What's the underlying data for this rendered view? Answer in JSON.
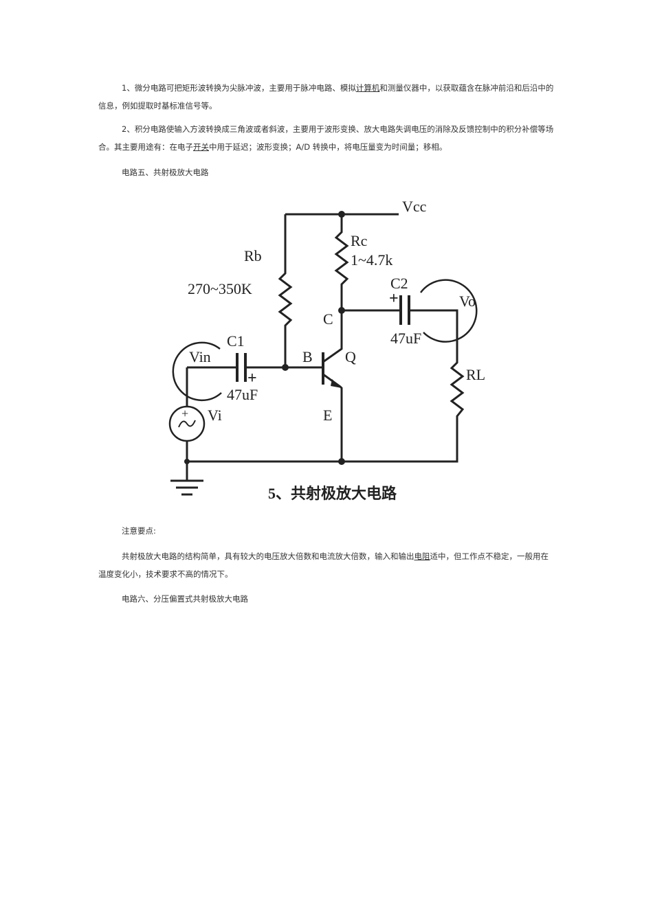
{
  "paragraphs": {
    "p1": {
      "before": "1、微分电路可把矩形波转换为尖脉冲波，主要用于脉冲电路、模拟",
      "link": "计算机",
      "after": "和测量仪器中，以获取蕴含在脉冲前沿和后沿中的信息，例如提取时基标准信号等。"
    },
    "p2": {
      "before": "2、积分电路使输入方波转换成三角波或者斜波，主要用于波形变换、放大电路失调电压的消除及反馈控制中的积分补偿等场合。其主要用途有：在电子",
      "link": "开关",
      "after": "中用于延迟；波形变换；A/D 转换中，将电压量变为时间量；移相。"
    },
    "h5": "电路五、共射极放大电路",
    "note": "注意要点:",
    "p3": {
      "before": "共射极放大电路的结构简单，具有较大的电压放大倍数和电流放大倍数，输入和输出",
      "link": "电阻",
      "after": "适中，但工作点不稳定，一般用在温度变化小，技术要求不高的情况下。"
    },
    "h6": "电路六、分压偏置式共射极放大电路"
  },
  "diagram": {
    "labels": {
      "vcc": "Vcc",
      "rb": "Rb",
      "rb_value": "270~350K",
      "rc": "Rc",
      "rc_value": "1~4.7k",
      "c": "C",
      "c2": "C2",
      "c2_value": "47uF",
      "vo": "Vo",
      "c1": "C1",
      "c1_value": "47uF",
      "vin": "Vin",
      "b": "B",
      "q": "Q",
      "e": "E",
      "rl": "RL",
      "vi": "Vi",
      "plus": "+"
    },
    "caption": "5、共射极放大电路"
  }
}
